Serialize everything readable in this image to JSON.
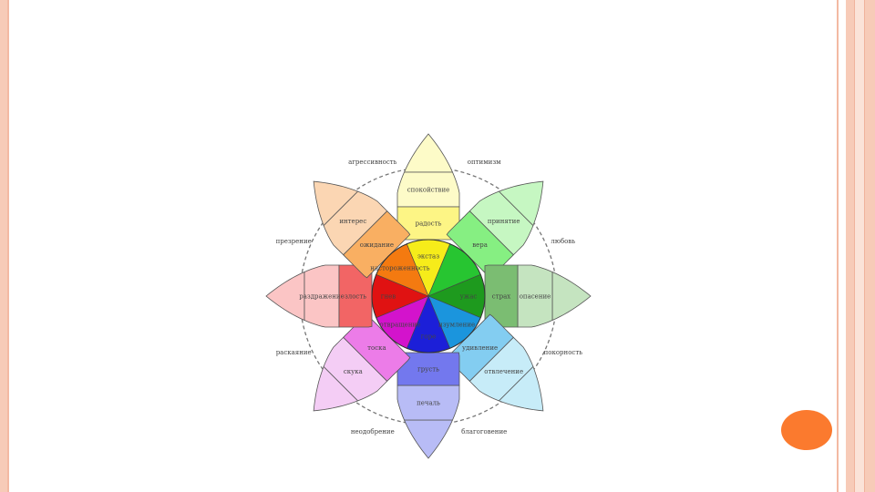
{
  "diagram": {
    "sectors": [
      {
        "id": "yellow",
        "colors": [
          "#fdfbc8",
          "#fdf585",
          "#f6ec1a"
        ],
        "labels": [
          "спокойствие",
          "радость",
          "экстаз"
        ]
      },
      {
        "id": "lightgreen",
        "colors": [
          "#c6f7c2",
          "#86ef82",
          "#27c531"
        ],
        "labels": [
          "принятие",
          "вера",
          ""
        ]
      },
      {
        "id": "green",
        "colors": [
          "#c5e4c0",
          "#7bbd72",
          "#1e9a1e"
        ],
        "labels": [
          "опасение",
          "страх",
          "ужас"
        ]
      },
      {
        "id": "lightblue",
        "colors": [
          "#c7ecf8",
          "#83cdf1",
          "#1b95dd"
        ],
        "labels": [
          "отвлечение",
          "удивление",
          "изумление"
        ]
      },
      {
        "id": "blue",
        "colors": [
          "#b8bcf6",
          "#7378ee",
          "#1c1fd8"
        ],
        "labels": [
          "печаль",
          "грусть",
          "горе"
        ]
      },
      {
        "id": "pink",
        "colors": [
          "#f4cdf5",
          "#ec7ce8",
          "#d313cc"
        ],
        "labels": [
          "скука",
          "тоска",
          "отвращение"
        ]
      },
      {
        "id": "red",
        "colors": [
          "#fbc5c5",
          "#f26565",
          "#e01212"
        ],
        "labels": [
          "раздражение",
          "злость",
          "гнев"
        ]
      },
      {
        "id": "orange",
        "colors": [
          "#fbd6b3",
          "#f9af62",
          "#f47a10"
        ],
        "labels": [
          "интерес",
          "ожидание",
          "настороженность"
        ]
      }
    ],
    "outer_labels": [
      "оптимизм",
      "любовь",
      "покорность",
      "благоговение",
      "неодобрение",
      "раскаяние",
      "презрение",
      "агрессивность"
    ],
    "colors": {
      "frame": "#f7cbb8",
      "accent_dot": "#fb7a2e",
      "dashed_circle": "#777777"
    }
  }
}
